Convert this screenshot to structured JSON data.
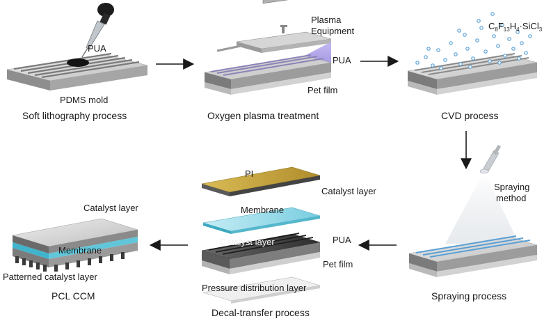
{
  "labels": {
    "pua_dropper": "PUA",
    "pdms_mold": "PDMS mold",
    "step1_caption": "Soft lithography process",
    "plasma_equipment_line1": "Plasma",
    "plasma_equipment_line2": "Equipment",
    "pua_plasma": "PUA",
    "pet_film_plasma": "Pet film",
    "step2_caption": "Oxygen plasma treatment",
    "chem_c": "C",
    "chem_8": "8",
    "chem_f": "F",
    "chem_13": "13",
    "chem_h": "H",
    "chem_4": "4",
    "chem_sicl": "·SiCl",
    "chem_3": "3",
    "step3_caption": "CVD process",
    "spraying_method_line1": "Spraying",
    "spraying_method_line2": "method",
    "step4_caption": "Spraying process",
    "pi_layer": "PI",
    "catalyst_layer_top": "Catalyst layer",
    "membrane_decal": "Membrane",
    "catalyst_layer_decal": "Catalyst layer",
    "pua_decal": "PUA",
    "pet_film_decal": "Pet film",
    "pressure_distribution_layer": "Pressure distribution layer",
    "step5_caption": "Decal-transfer process",
    "catalyst_layer_ccm": "Catalyst layer",
    "membrane_ccm": "Membrane",
    "patterned_catalyst_layer": "Patterned catalyst layer",
    "step6_caption": "PCL CCM"
  },
  "colors": {
    "plasma_purple": "#8f7fd9",
    "catalyst_dark": "#3a3a3a",
    "membrane_cyan": "#5fc3d8",
    "pi_gold": "#c9a73f",
    "droplet_blue": "#5aa0d6",
    "arrow": "#1a1a1a"
  }
}
